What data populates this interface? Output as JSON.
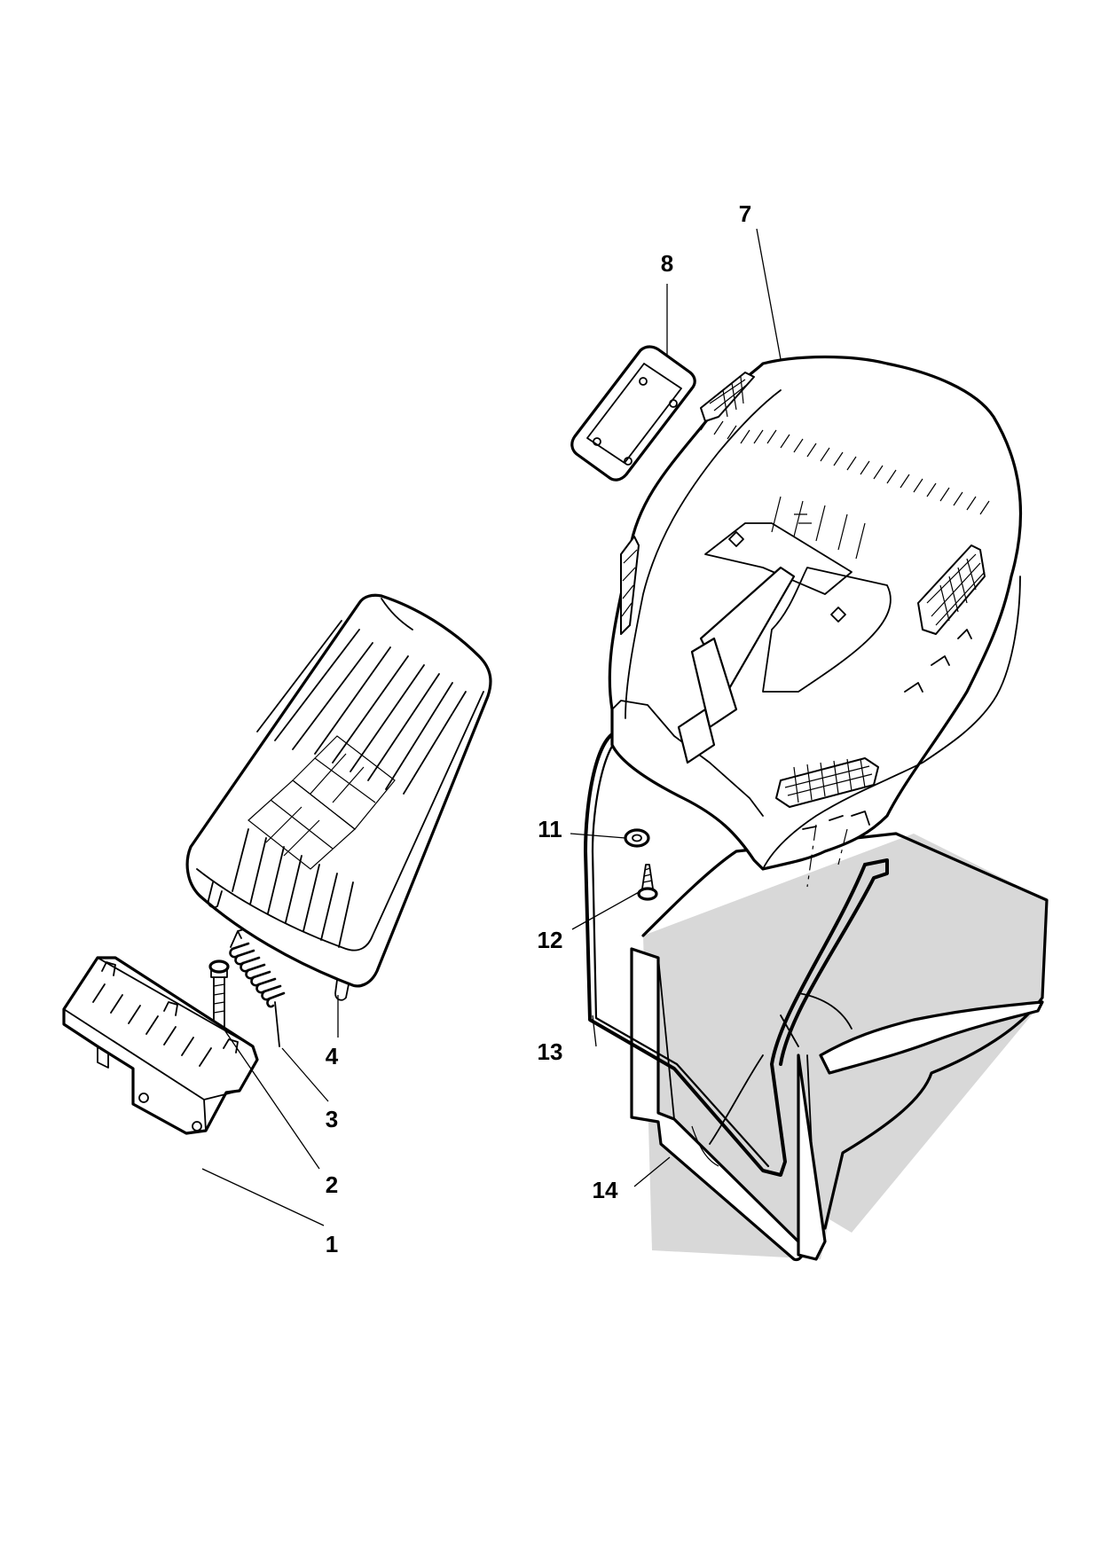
{
  "callouts": [
    {
      "id": "1",
      "label": "1"
    },
    {
      "id": "2",
      "label": "2"
    },
    {
      "id": "3",
      "label": "3"
    },
    {
      "id": "4",
      "label": "4"
    },
    {
      "id": "7",
      "label": "7"
    },
    {
      "id": "8",
      "label": "8"
    },
    {
      "id": "11",
      "label": "11"
    },
    {
      "id": "12",
      "label": "12"
    },
    {
      "id": "13",
      "label": "13"
    },
    {
      "id": "14",
      "label": "14"
    }
  ],
  "parts": [
    {
      "id": "1",
      "icon": "hinge-bracket-icon"
    },
    {
      "id": "2",
      "icon": "pin-bolt-icon"
    },
    {
      "id": "3",
      "icon": "torsion-spring-icon"
    },
    {
      "id": "4",
      "icon": "flap-cover-icon"
    },
    {
      "id": "7",
      "icon": "grass-bag-top-icon"
    },
    {
      "id": "8",
      "icon": "indicator-window-icon"
    },
    {
      "id": "11",
      "icon": "washer-icon"
    },
    {
      "id": "12",
      "icon": "screw-icon"
    },
    {
      "id": "13",
      "icon": "bag-frame-icon"
    },
    {
      "id": "14",
      "icon": "fabric-bag-icon"
    }
  ]
}
